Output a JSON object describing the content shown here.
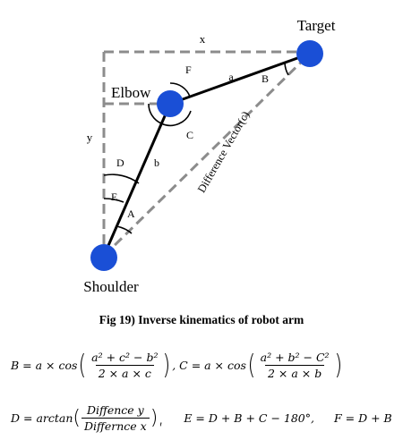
{
  "diagram": {
    "nodes": {
      "target": "Target",
      "elbow": "Elbow",
      "shoulder": "Shoulder"
    },
    "edges": {
      "a": "a",
      "b": "b",
      "difference_vector": "Difference Vector(c)",
      "x": "x",
      "y": "y"
    },
    "angles": {
      "A": "A",
      "B": "B",
      "C": "C",
      "D": "D",
      "E": "E",
      "F": "F"
    },
    "colors": {
      "joint": "#1a4fd6",
      "arm": "#000000",
      "dashed": "#8c8c8c"
    }
  },
  "caption": "Fig 19)  Inverse kinematics of robot arm",
  "equations": {
    "eq1": {
      "lhs": "B = a × cos",
      "frac1_num": "a² + c² − b²",
      "frac1_den": "2 × a × c",
      "mid": ", C = a × cos",
      "frac2_num": "a² + b² − C²",
      "frac2_den": "2 × a × b"
    },
    "eq2": {
      "lhs": "D  =  arctan",
      "frac_num": "Diffence y",
      "frac_den": "Differnce x",
      "E_eq": "E = D + B + C − 180°,",
      "F_eq": "F = D + B"
    }
  }
}
